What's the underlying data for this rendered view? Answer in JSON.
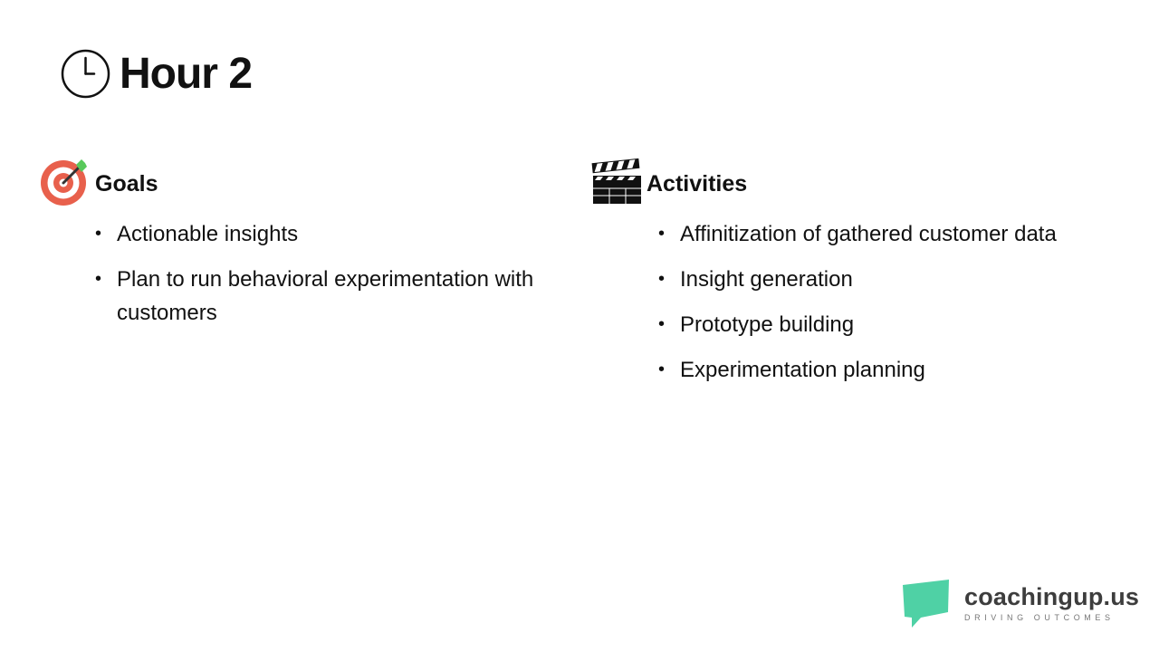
{
  "header": {
    "title": "Hour 2",
    "icon": "clock-icon"
  },
  "goals": {
    "label": "Goals",
    "icon": "target-icon",
    "items": [
      "Actionable insights",
      "Plan to run behavioral experimentation with customers"
    ]
  },
  "activities": {
    "label": "Activities",
    "icon": "clapperboard-icon",
    "items": [
      "Affinitization of gathered customer data",
      "Insight generation",
      "Prototype building",
      "Experimentation planning"
    ]
  },
  "brand": {
    "name": "coachingup.us",
    "tagline": "DRIVING OUTCOMES",
    "accent_color": "#4fd1a5"
  },
  "colors": {
    "target_red": "#e8604c",
    "dart_green": "#58c95b",
    "text": "#111111"
  }
}
